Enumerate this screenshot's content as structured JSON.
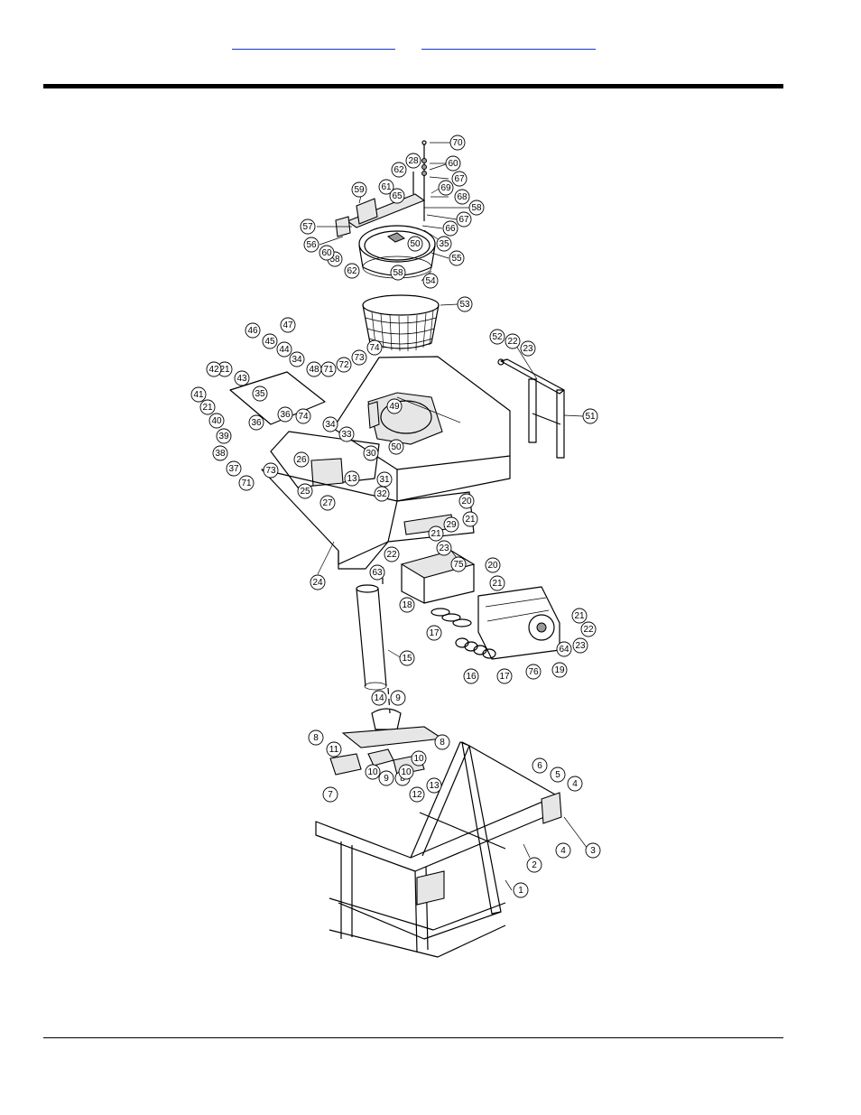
{
  "header": {
    "links": [
      "",
      ""
    ]
  },
  "diagram": {
    "callouts": [
      "1",
      "2",
      "3",
      "4",
      "4",
      "5",
      "6",
      "7",
      "8",
      "8",
      "8",
      "9",
      "9",
      "10",
      "10",
      "10",
      "11",
      "12",
      "13",
      "13",
      "14",
      "15",
      "16",
      "17",
      "17",
      "18",
      "19",
      "20",
      "20",
      "21",
      "21",
      "21",
      "21",
      "21",
      "21",
      "22",
      "22",
      "22",
      "23",
      "23",
      "23",
      "24",
      "25",
      "26",
      "27",
      "28",
      "29",
      "30",
      "31",
      "32",
      "33",
      "34",
      "34",
      "35",
      "35",
      "36",
      "36",
      "37",
      "38",
      "39",
      "40",
      "41",
      "42",
      "43",
      "44",
      "45",
      "46",
      "47",
      "48",
      "49",
      "50",
      "50",
      "51",
      "52",
      "53",
      "54",
      "55",
      "56",
      "57",
      "58",
      "58",
      "58",
      "59",
      "60",
      "60",
      "61",
      "62",
      "62",
      "63",
      "64",
      "65",
      "66",
      "67",
      "67",
      "68",
      "69",
      "70",
      "71",
      "71",
      "72",
      "73",
      "73",
      "74",
      "74",
      "75",
      "76"
    ]
  }
}
